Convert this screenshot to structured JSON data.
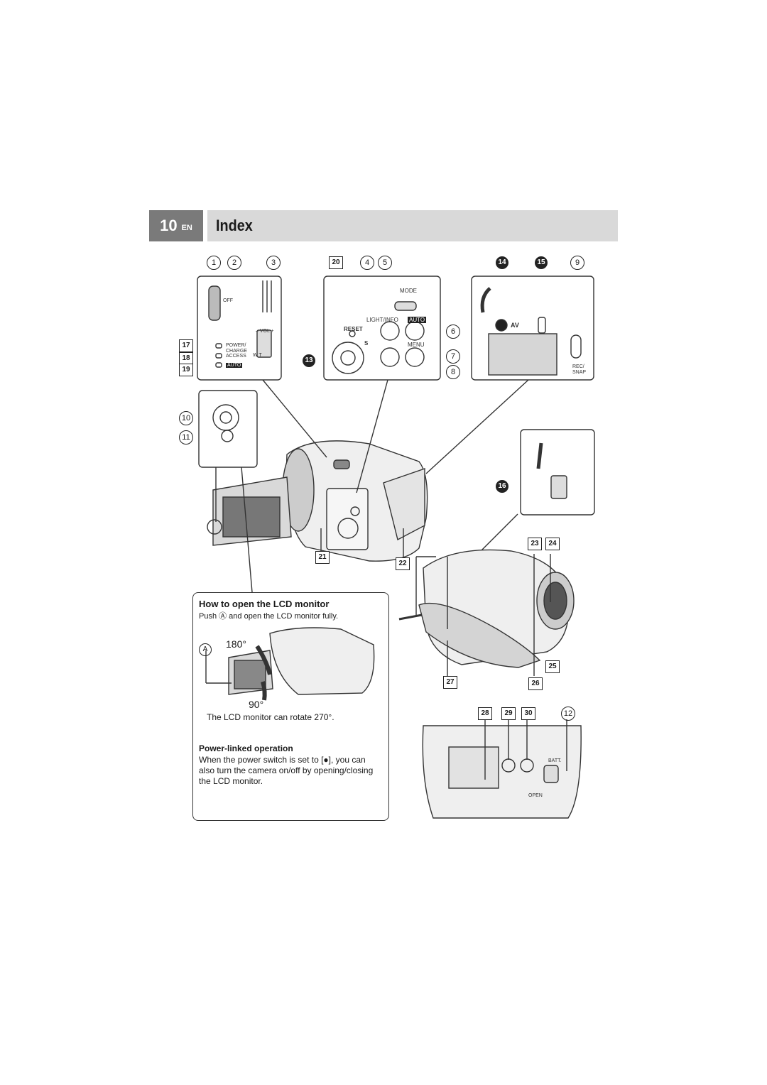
{
  "header": {
    "page_number": "10",
    "language": "EN",
    "title": "Index"
  },
  "callouts": {
    "c1": "1",
    "c2": "2",
    "c3": "3",
    "c4": "4",
    "c5": "5",
    "c6": "6",
    "c7": "7",
    "c8": "8",
    "c9": "9",
    "c10": "10",
    "c11": "11",
    "c12": "12",
    "c13": "13",
    "c14": "14",
    "c15": "15",
    "c16": "16",
    "c17": "17",
    "c18": "18",
    "c19": "19",
    "c20": "20",
    "c21": "21",
    "c22": "22",
    "c23": "23",
    "c24": "24",
    "c25": "25",
    "c26": "26",
    "c27": "27",
    "c28": "28",
    "c29": "29",
    "c30": "30"
  },
  "device_labels": {
    "off": "OFF",
    "power_charge": "POWER/ CHARGE",
    "access": "ACCESS",
    "auto": "AUTO",
    "vol": "– VOL +",
    "zoom": "W T",
    "mode": "MODE",
    "light_info": "LIGHT/INFO",
    "reset": "RESET",
    "menu": "MENU",
    "s": "S",
    "av": "AV",
    "rec_snap": "REC/ SNAP",
    "batt": "BATT.",
    "open": "OPEN"
  },
  "lcd_box": {
    "heading": "How to open the LCD monitor",
    "push_text": "Push Ⓐ and open the LCD monitor fully.",
    "marker_A": "A",
    "angle_180": "180°",
    "angle_90": "90°",
    "rotate_text": "The LCD monitor can rotate 270°."
  },
  "power_box": {
    "heading": "Power-linked operation",
    "text": "When the power switch is set to [●], you can also turn the camera on/off by opening/closing the LCD monitor."
  }
}
